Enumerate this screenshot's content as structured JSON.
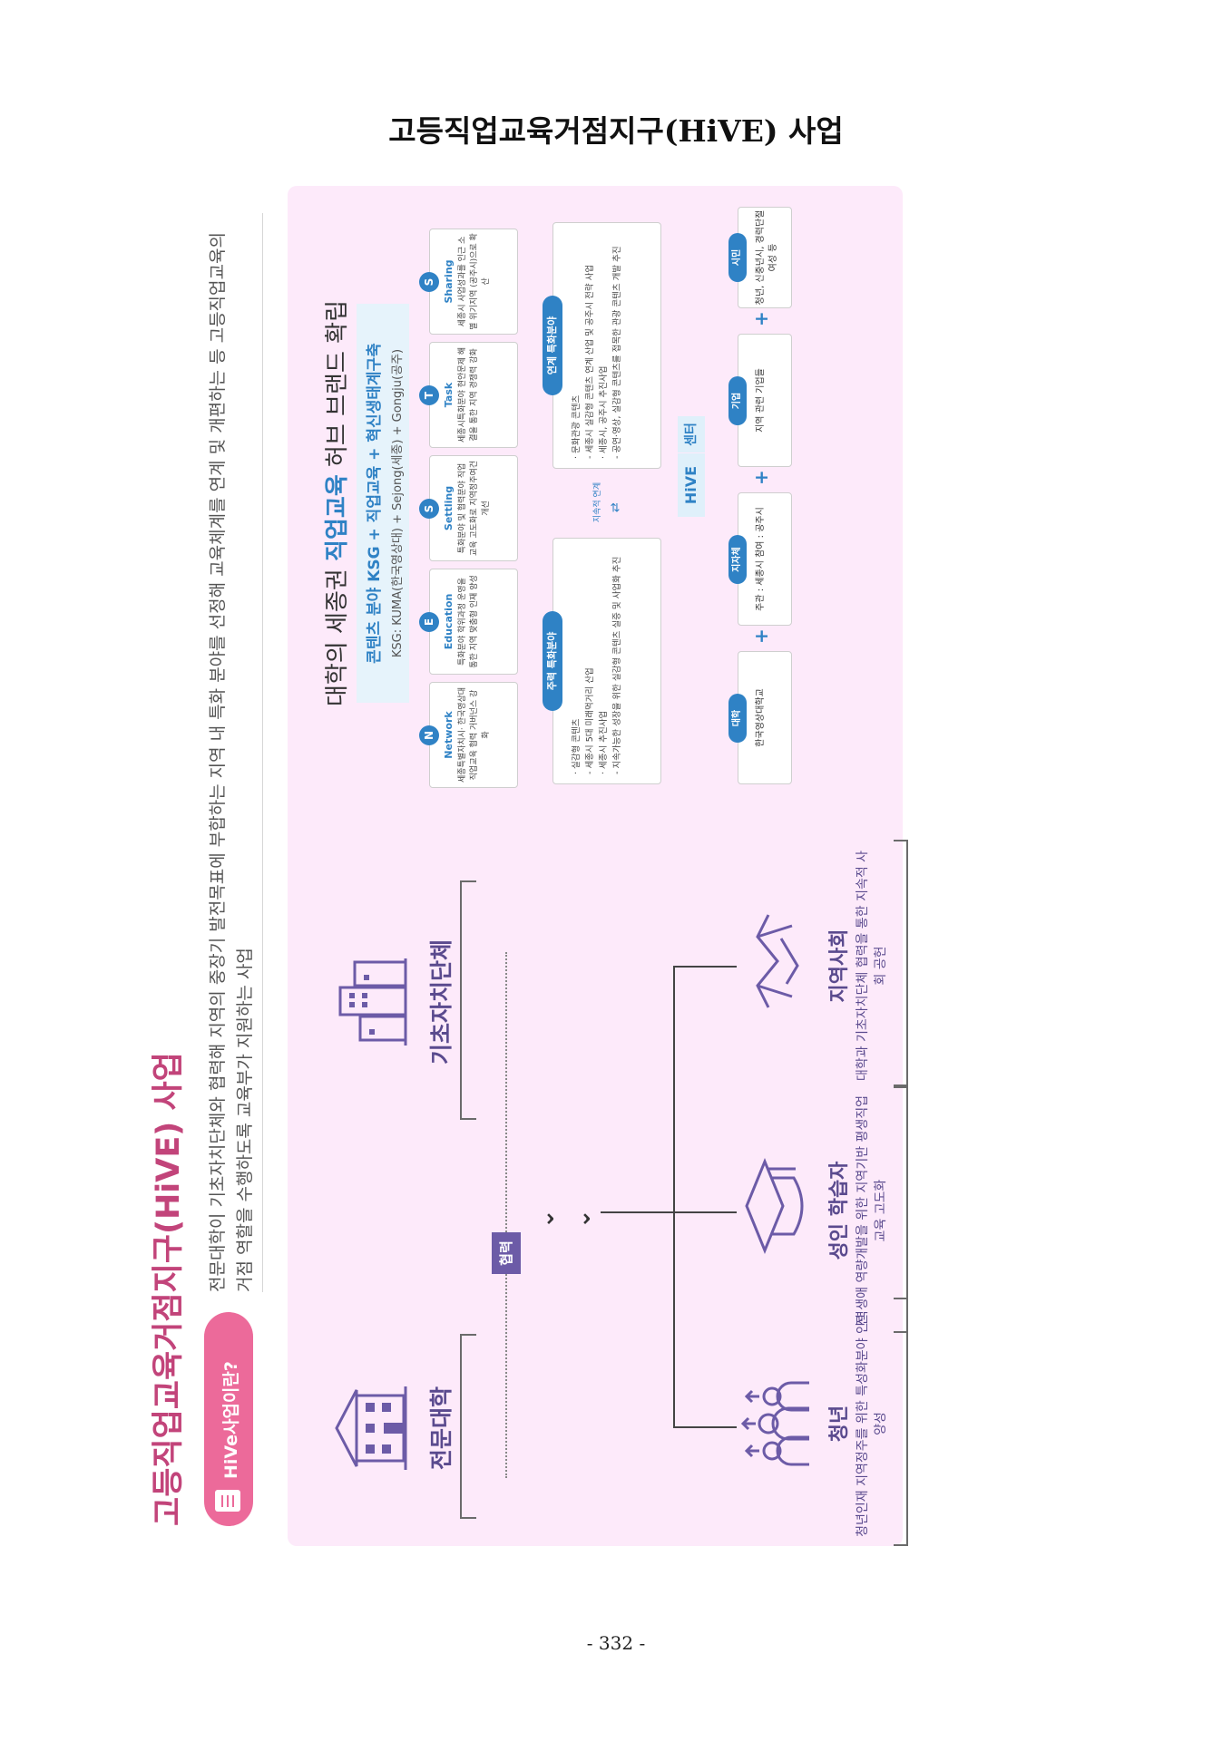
{
  "page": {
    "title": "고등직업교육거점지구(HiVE) 사업",
    "number": "- 332 -"
  },
  "section": {
    "headline": "고등직업교육거점지구(HiVE) 사업",
    "pill": "HiVe사업이란?",
    "intro": "전문대학이 기초자치단체와 협력해 지역의 중장기 발전목표에 부합하는 지역 내 특화 분야를 선정해 교육체계를 연계 및 개편하는 등 고등직업교육의 거점 역할을 수행하도록 교육부가 지원하는 사업"
  },
  "left": {
    "college": "전문대학",
    "local_gov": "기초자치단체",
    "cooperate": "협력",
    "groups": [
      {
        "title": "청년",
        "sub": "청년인재 지역정주를 위한 특성화분야 인력양성"
      },
      {
        "title": "성인 학습자",
        "sub": "전 생애 역량개발을 위한 지역기반 평생직업교육 고도화"
      },
      {
        "title": "지역사회",
        "sub": "대학과 기초자치단체 협력을 통한 지속적 사회 공헌"
      }
    ]
  },
  "right": {
    "title_pre": "대학의 세종권 ",
    "title_em": "직업교육",
    "title_post": " 허브 브랜드 확립",
    "sub1": "콘텐츠 분야 KSG + 직업교육 + 혁신생태계구축",
    "sub2": "KSG: KUMA(한국영상대) + Sejong(세종) + Gongju(공주)",
    "nest": [
      {
        "letter": "N",
        "name": "Network",
        "desc": "세종특별자치시· 한국영상대 직업교육 협력 거버넌스 강화"
      },
      {
        "letter": "E",
        "name": "Education",
        "desc": "특화분야 학위과정 운영을 통한 지역 맞춤형 인재 양성"
      },
      {
        "letter": "S",
        "name": "Settling",
        "desc": "특화분야 및 협력분야 직업교육 고도화로 지역정주여건 개선"
      },
      {
        "letter": "T",
        "name": "Task",
        "desc": "세종시특화분야 현안문제 해결을 통한 지역 경쟁력 강화"
      },
      {
        "letter": "S",
        "name": "Sharing",
        "desc": "세종시 사업성과를 인근 소멸 위기지역 (공주시)으로 확산"
      }
    ],
    "features": [
      {
        "title": "주력 특화분야",
        "lines": [
          "· 실감형 콘텐츠",
          "- 세종시 5대 미래먹거리 산업",
          "· 세종시 추진사업",
          "- 지속가능한 성장을 위한 실감형 콘텐츠 실증 및 사업화 추진"
        ]
      },
      {
        "title": "연계 특화분야",
        "lines": [
          "· 문화관광 콘텐츠",
          "- 세종시 실감형 콘텐츠 연계 산업 및 공주시 전략 사업",
          "· 세종시, 공주시 추진사업",
          "- 공연·영상, 실감형 콘텐츠를 접목한 관광 콘텐츠 개발 추진"
        ]
      }
    ],
    "feature_link": "지속적 연계",
    "hive_center": "HiVE",
    "hive_center2": "센터",
    "stakeholders": [
      {
        "tag": "대학",
        "text": "한국영상대학교"
      },
      {
        "tag": "지자체",
        "text": "주관 : 세종시 참여 : 공주시"
      },
      {
        "tag": "기업",
        "text": "지역 관련 기업들"
      },
      {
        "tag": "시민",
        "text": "청년, 신중년시, 경력단절여성 등"
      }
    ]
  }
}
